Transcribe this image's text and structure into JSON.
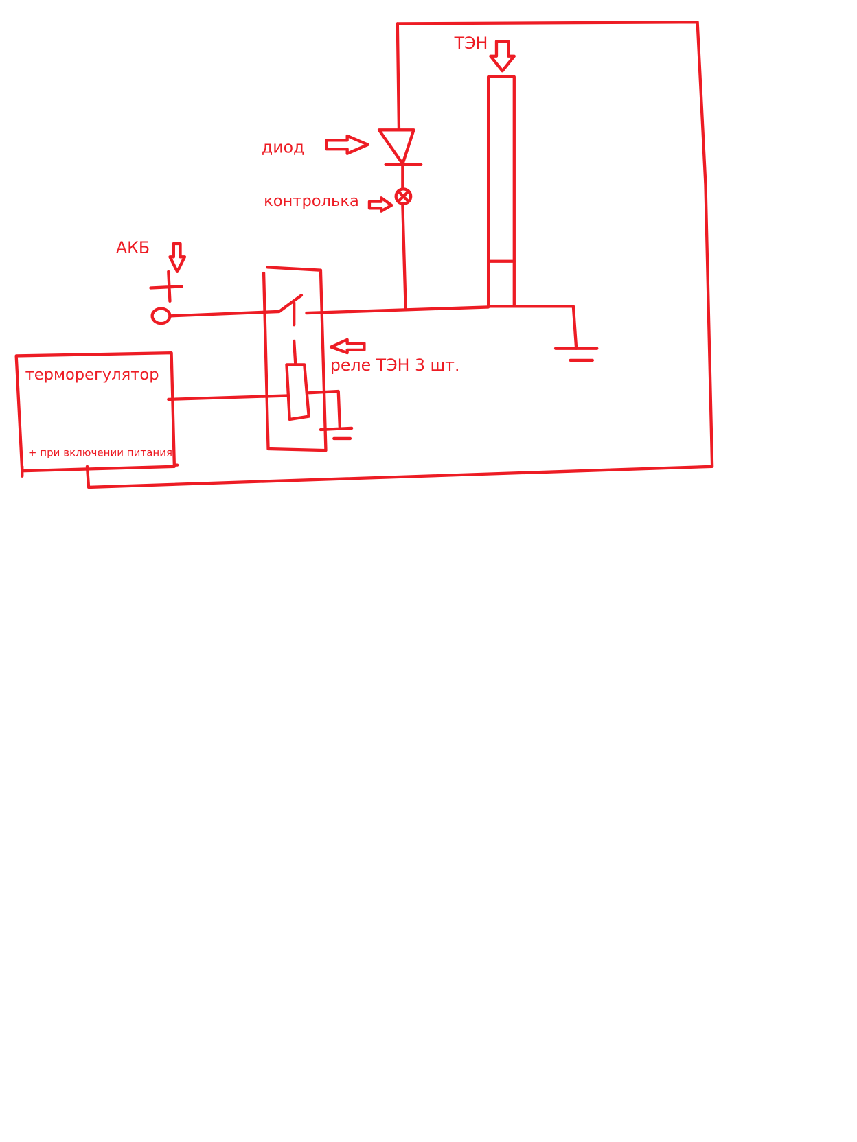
{
  "labels": {
    "heater": "ТЭН",
    "diode": "диод",
    "indicator_lamp": "контролька",
    "battery": "АКБ",
    "relay": "реле ТЭН 3 шт.",
    "thermostat": "терморегулятор",
    "thermostat_note": "+ при включении питания"
  },
  "colors": {
    "ink": "#ed1c24",
    "background": "#ffffff"
  }
}
